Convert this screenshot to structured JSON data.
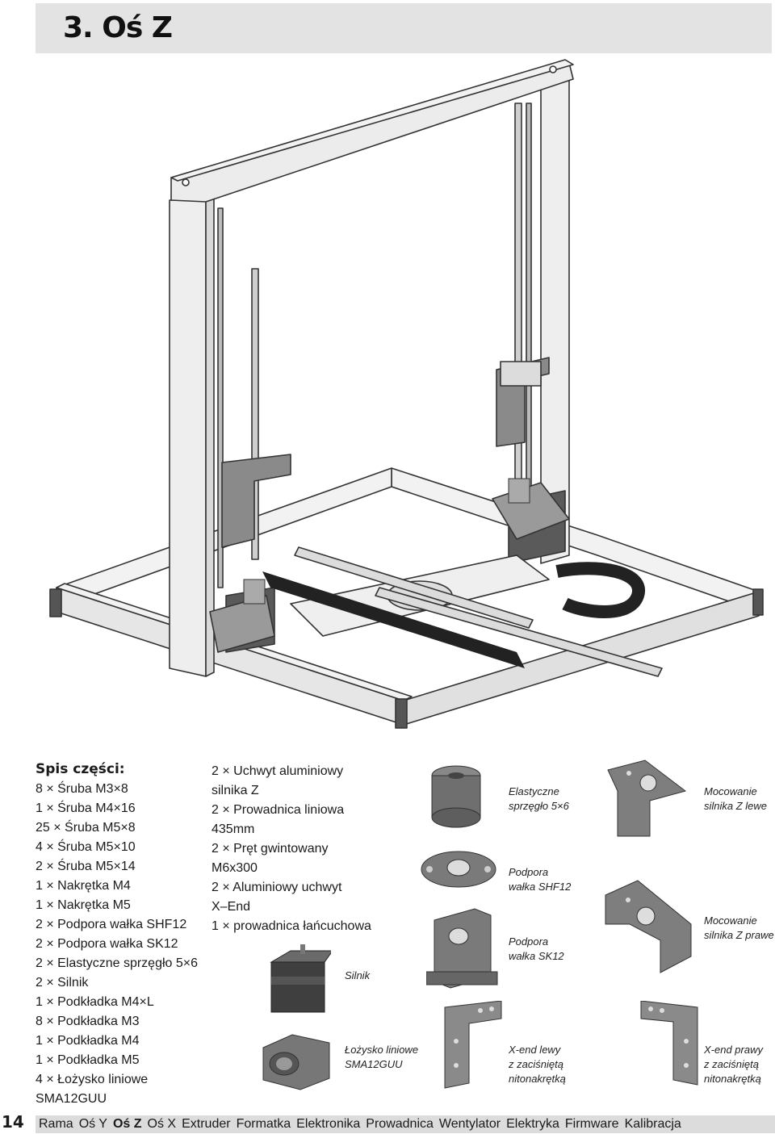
{
  "header": {
    "title": "3. Oś Z"
  },
  "parts": {
    "title": "Spis części:",
    "col1": [
      "8 × Śruba M3×8",
      "1 × Śruba M4×16",
      "25 × Śruba M5×8",
      "4 × Śruba M5×10",
      "2 × Śruba M5×14",
      "1 × Nakrętka M4",
      "1 × Nakrętka M5",
      "2 × Podpora wałka SHF12",
      "2 × Podpora wałka SK12",
      "2 × Elastyczne sprzęgło 5×6",
      "2 × Silnik",
      "1 × Podkładka M4×L",
      "8 × Podkładka M3",
      "1 × Podkładka M4",
      "1 × Podkładka M5",
      "4 × Łożysko liniowe",
      "SMA12GUU"
    ],
    "col2": [
      "2 × Uchwyt aluminiowy",
      "silnika Z",
      "2 × Prowadnica liniowa",
      "435mm",
      "2 × Pręt gwintowany",
      "M6x300",
      "2 × Aluminiowy uchwyt",
      "X–End",
      "1 × prowadnica łańcuchowa"
    ]
  },
  "components": {
    "motor": "Silnik",
    "bearing": [
      "Łożysko liniowe",
      "SMA12GUU"
    ],
    "coupling": [
      "Elastyczne",
      "sprzęgło 5×6"
    ],
    "shf12": [
      "Podpora",
      "wałka SHF12"
    ],
    "sk12": [
      "Podpora",
      "wałka SK12"
    ],
    "xend_left": [
      "X-end lewy",
      "z zaciśniętą",
      "nitonakrętką"
    ],
    "mount_left": [
      "Mocowanie",
      "silnika Z lewe"
    ],
    "mount_right": [
      "Mocowanie",
      "silnika Z prawe"
    ],
    "xend_right": [
      "X-end prawy",
      "z zaciśniętą",
      "nitonakrętką"
    ]
  },
  "footer": {
    "page_number": "14",
    "nav": [
      "Rama",
      "Oś Y",
      "Oś Z",
      "Oś X",
      "Extruder",
      "Formatka",
      "Elektronika",
      "Prowadnica",
      "Wentylator",
      "Elektryka",
      "Firmware",
      "Kalibracja"
    ],
    "active": "Oś Z"
  }
}
